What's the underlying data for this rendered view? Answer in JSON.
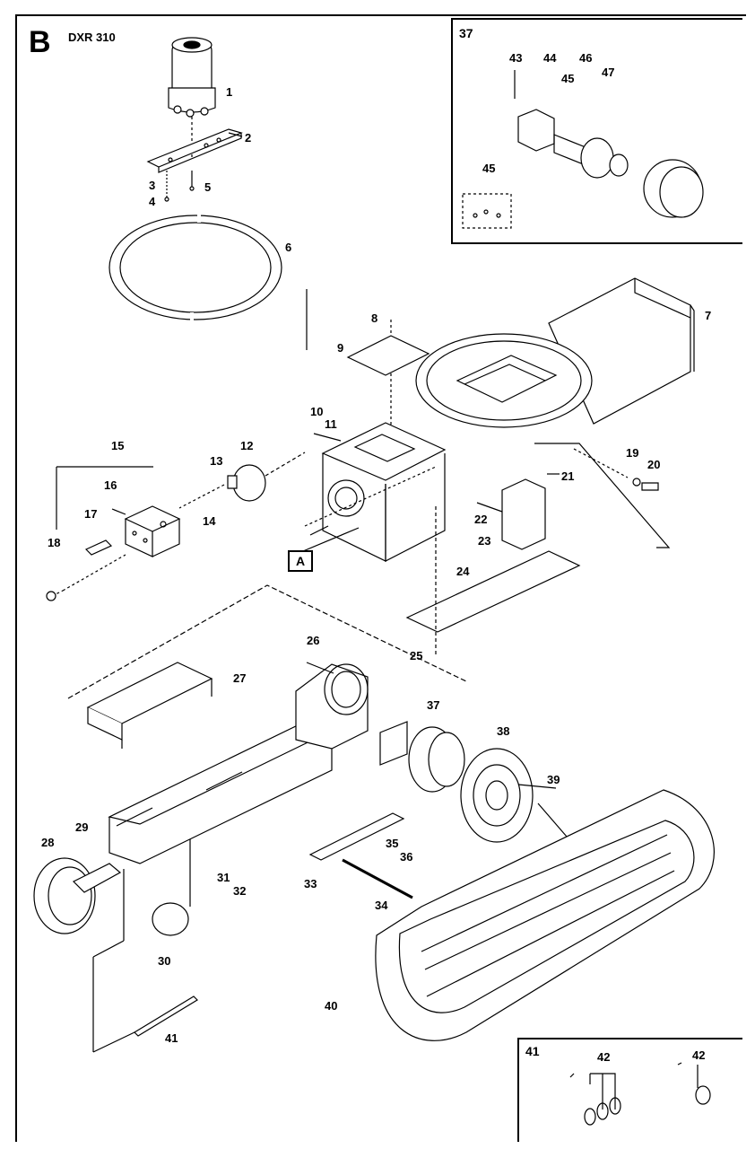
{
  "sheet": {
    "letter": "B",
    "model": "DXR 310"
  },
  "callout_a": "A",
  "inset_37": {
    "title": "37",
    "parts": [
      "43",
      "44",
      "46",
      "45",
      "47",
      "45"
    ]
  },
  "inset_41": {
    "title": "41",
    "parts": [
      "42",
      "42"
    ]
  },
  "part_labels": [
    "1",
    "2",
    "3",
    "4",
    "5",
    "6",
    "7",
    "8",
    "9",
    "10",
    "11",
    "12",
    "13",
    "14",
    "15",
    "16",
    "17",
    "18",
    "19",
    "20",
    "21",
    "22",
    "23",
    "24",
    "25",
    "26",
    "27",
    "28",
    "29",
    "30",
    "31",
    "32",
    "33",
    "34",
    "35",
    "36",
    "37",
    "38",
    "39",
    "40",
    "41"
  ]
}
